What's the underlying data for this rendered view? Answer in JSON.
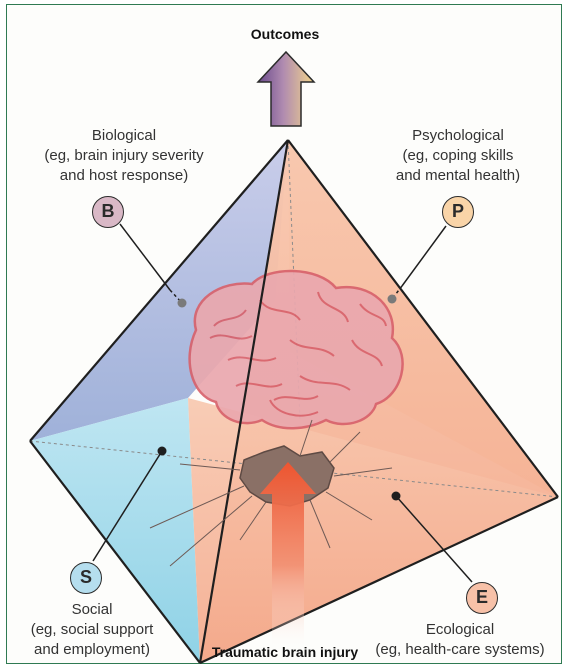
{
  "top_label": "Outcomes",
  "bottom_label": "Traumatic brain injury",
  "factors": {
    "biological": {
      "letter": "B",
      "title": "Biological",
      "line1": "(eg, brain injury severity",
      "line2": "and host response)",
      "color": "#d9b8c6"
    },
    "psychological": {
      "letter": "P",
      "title": "Psychological",
      "line1": "(eg, coping skills",
      "line2": "and mental health)",
      "color": "#f9d4a8"
    },
    "social": {
      "letter": "S",
      "title": "Social",
      "line1": "(eg, social support",
      "line2": "and employment)",
      "color": "#b5deee"
    },
    "ecological": {
      "letter": "E",
      "title": "Ecological",
      "line1": "(eg, health-care systems)",
      "color": "#f7c1a8"
    }
  },
  "colors": {
    "frame": "#2f7a52",
    "face_biological": "#aebbdf",
    "face_psychological": "#f8d3a3",
    "face_social": "#a9dcec",
    "face_ecological": "#f6b79c",
    "brain_outline": "#d8626c",
    "impact_arrow": "#ef5a3c"
  }
}
